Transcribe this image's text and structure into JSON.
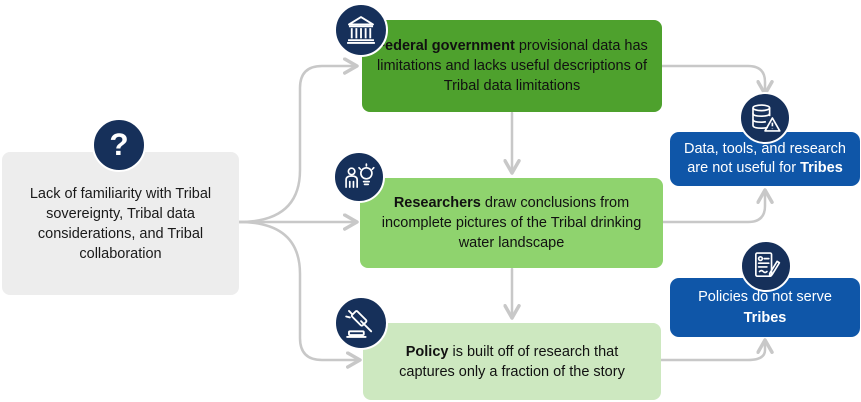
{
  "start": {
    "text": "Lack of familiarity with Tribal sovereignty, Tribal data considerations, and Tribal collaboration"
  },
  "federal": {
    "bold": "Federal government",
    "rest": " provisional data has limitations and lacks useful descriptions of Tribal data limitations"
  },
  "researchers": {
    "bold": "Researchers",
    "rest": " draw conclusions from incomplete pictures of the Tribal drinking water landscape"
  },
  "policy": {
    "bold": "Policy",
    "rest": " is built off of research that captures only a fraction of the story"
  },
  "data_outcome": {
    "text": "Data, tools, and research are not useful for ",
    "bold": "Tribes"
  },
  "policies_outcome": {
    "text": "Policies do not serve ",
    "bold": "Tribes"
  },
  "colors": {
    "federal_box": "#4ea12d",
    "researchers_box": "#8fd36e",
    "policy_box": "#cde8c0",
    "outcome_box": "#0f56a8",
    "start_box": "#ededed",
    "icon_circle": "#16305a",
    "connector": "#c8c8c8"
  },
  "icons": {
    "start": "question-mark-icon",
    "federal": "government-building-icon",
    "researchers": "researcher-idea-icon",
    "policy": "gavel-icon",
    "data_outcome": "database-warning-icon",
    "policies_outcome": "policy-document-icon"
  }
}
